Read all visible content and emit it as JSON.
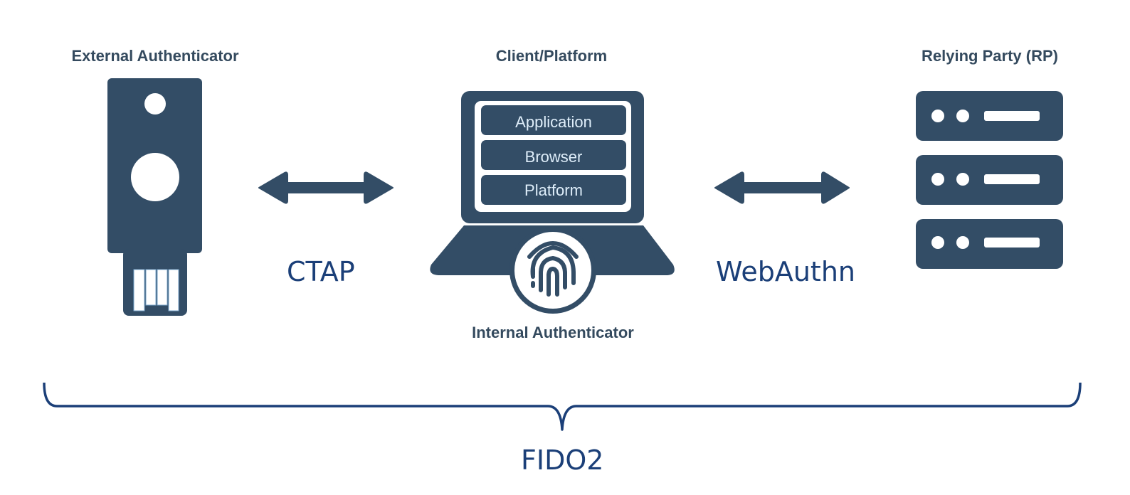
{
  "diagram": {
    "title": "FIDO2",
    "colors": {
      "icon": "#334d66",
      "protocol_text": "#1b3f78",
      "heading_text": "#344a5e",
      "brace": "#1b3f78",
      "layer_text": "#dfeefa"
    },
    "components": {
      "external": {
        "heading": "External Authenticator",
        "icon": "usb-security-key-icon"
      },
      "client": {
        "heading": "Client/Platform",
        "icon": "laptop-icon",
        "layers": [
          "Application",
          "Browser",
          "Platform"
        ],
        "internal_label": "Internal Authenticator",
        "internal_icon": "fingerprint-icon"
      },
      "relying_party": {
        "heading": "Relying Party (RP)",
        "icon": "server-stack-icon",
        "server_units": 3
      }
    },
    "connections": [
      {
        "label": "CTAP",
        "from": "External Authenticator",
        "to": "Client/Platform",
        "icon": "double-arrow-icon"
      },
      {
        "label": "WebAuthn",
        "from": "Client/Platform",
        "to": "Relying Party (RP)",
        "icon": "double-arrow-icon"
      }
    ],
    "group": {
      "label": "FIDO2",
      "icon": "curly-brace-icon"
    }
  }
}
